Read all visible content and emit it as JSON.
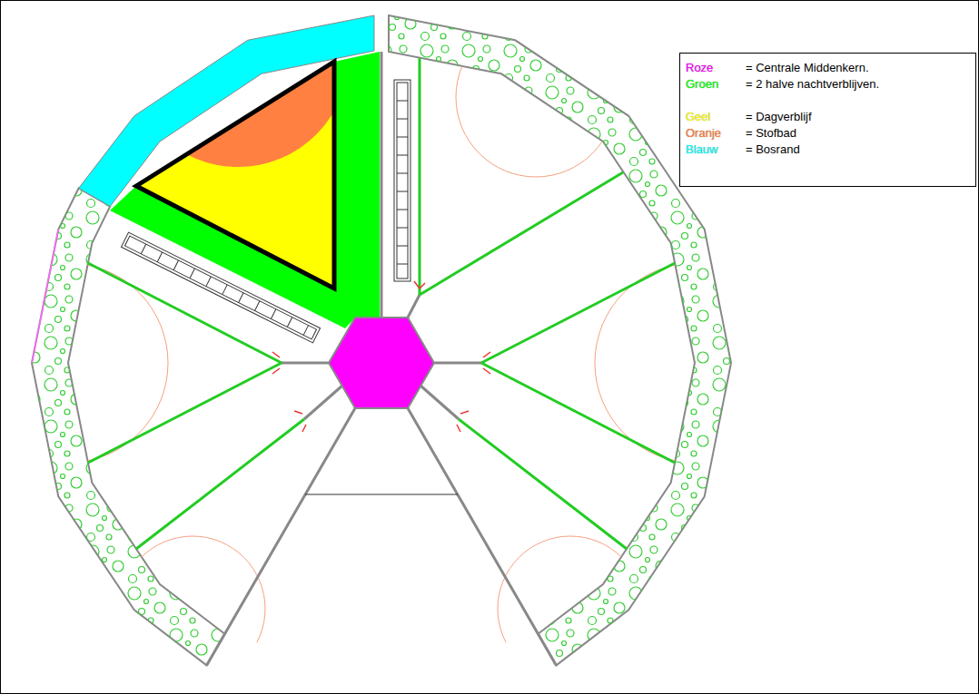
{
  "diagram": {
    "labels": [
      "Roze",
      "Groen",
      "Geel",
      "Oranje",
      "Blauw"
    ],
    "legend": [
      {
        "text": "= Centrale Middenkern.",
        "color": "#ff00ff"
      },
      {
        "text": "= 2 halve nachtverblijven.",
        "color": "#00ff00"
      },
      {
        "text": "= Dagverblijf",
        "color": "#ffff00"
      },
      {
        "text": "= Stofbad",
        "color": "#ff8040"
      },
      {
        "text": "= Bosrand",
        "color": "#00ffff"
      }
    ]
  }
}
